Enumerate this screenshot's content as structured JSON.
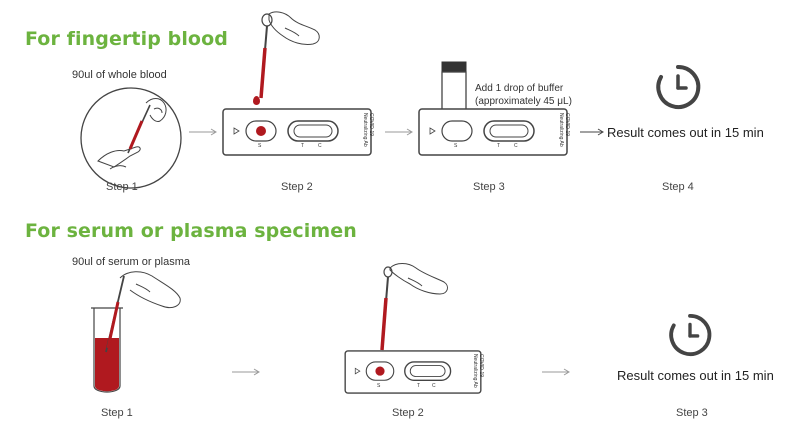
{
  "colors": {
    "accent_green": "#6cb33f",
    "blood_red": "#b0191f",
    "line_gray": "#4a4a4a",
    "arrow_gray": "#999999"
  },
  "fingertip": {
    "title": "For fingertip blood",
    "step1_note": "90ul of whole blood",
    "step3_note_line1": "Add 1 drop of buffer",
    "step3_note_line2": "(approximately 45 μL)",
    "result_text": "Result comes out in 15 min",
    "steps": [
      "Step 1",
      "Step 2",
      "Step 3",
      "Step 4"
    ]
  },
  "serum": {
    "title": "For serum or plasma specimen",
    "step1_note": "90ul of serum or plasma",
    "result_text": "Result comes out in 15 min",
    "steps": [
      "Step 1",
      "Step 2",
      "Step 3"
    ]
  },
  "cassette": {
    "label_line1": "COVID-19",
    "label_line2": "Neutralizing Ab",
    "well_letter": "S",
    "window_t": "T",
    "window_c": "C"
  },
  "icons": {
    "hand": "hand-with-dropper-icon",
    "clock": "clock-icon",
    "tube": "blood-tube-icon",
    "finger": "fingertip-icon",
    "bottle": "buffer-bottle-icon"
  }
}
